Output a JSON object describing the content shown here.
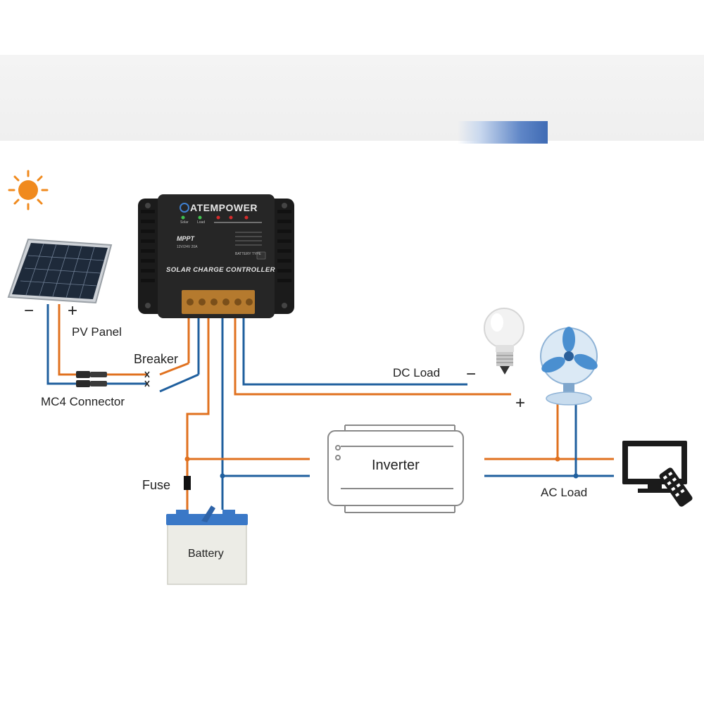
{
  "colors": {
    "positive_wire": "#e0711f",
    "negative_wire": "#1f5f9e",
    "sun": "#f08a1e",
    "controller_body": "#1b1b1b",
    "terminal_block": "#b57a2e"
  },
  "controller": {
    "brand": "ATEMPOWER",
    "title": "SOLAR CHARGE CONTROLLER",
    "mppt": "MPPT",
    "led_solar": "Solar",
    "led_load": "Load",
    "spec": "12V/24V 20A",
    "battery_type": "BATTERY TYPE"
  },
  "labels": {
    "pv_panel": "PV Panel",
    "breaker": "Breaker",
    "mc4_connector": "MC4 Connector",
    "dc_load": "DC Load",
    "fuse": "Fuse",
    "battery": "Battery",
    "inverter": "Inverter",
    "ac_load": "AC Load",
    "minus": "−",
    "plus": "+"
  },
  "icons": [
    "sun-icon",
    "solar-panel-icon",
    "light-bulb-icon",
    "fan-icon",
    "tv-icon",
    "remote-icon"
  ]
}
